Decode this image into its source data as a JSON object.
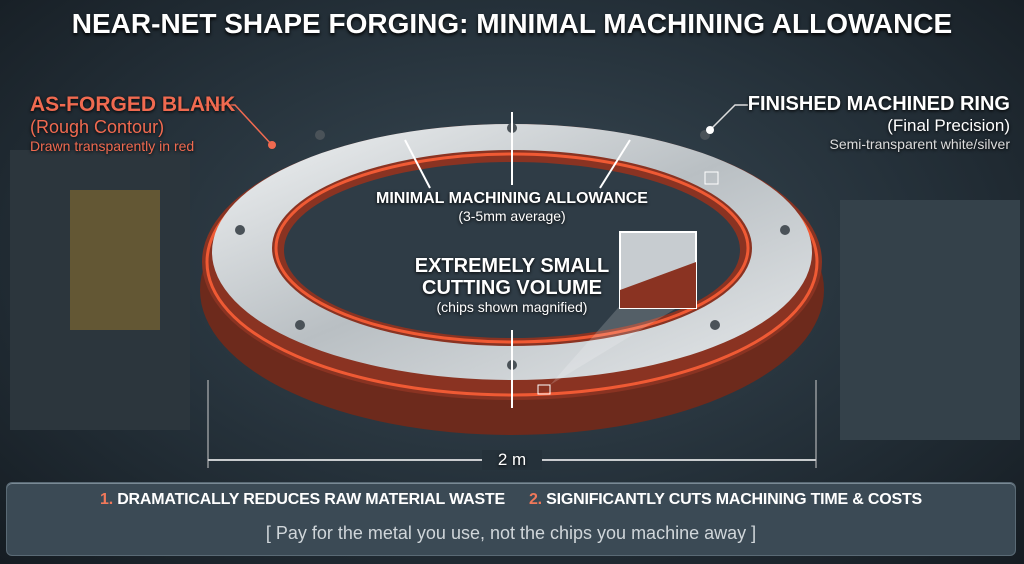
{
  "title": "NEAR-NET SHAPE FORGING: MINIMAL MACHINING ALLOWANCE",
  "blank": {
    "heading": "AS-FORGED BLANK",
    "sub": "(Rough Contour)",
    "note": "Drawn transparently in red"
  },
  "finished": {
    "heading": "FINISHED MACHINED RING",
    "sub": "(Final Precision)",
    "note": "Semi-transparent white/silver"
  },
  "allowance": {
    "heading": "MINIMAL MACHINING ALLOWANCE",
    "sub": "(3-5mm average)"
  },
  "cutting": {
    "heading_1": "EXTREMELY SMALL",
    "heading_2": "CUTTING VOLUME",
    "sub": "(chips shown magnified)"
  },
  "dimension": "2 m",
  "benefits": [
    {
      "num": "1.",
      "text": "DRAMATICALLY REDUCES RAW MATERIAL WASTE"
    },
    {
      "num": "2.",
      "text": "SIGNIFICANTLY CUTS MACHINING TIME & COSTS"
    }
  ],
  "tagline": "[ Pay for the metal you use, not the chips you machine away ]",
  "colors": {
    "accent": "#f06a50",
    "silver": "#d8dcdf",
    "rust": "#8a2e1e"
  }
}
